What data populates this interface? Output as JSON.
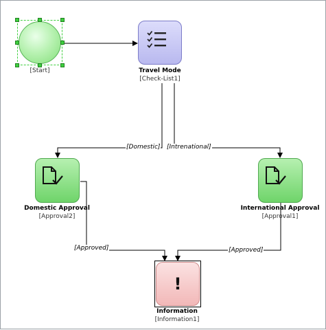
{
  "nodes": {
    "start": {
      "id_label": "[Start]"
    },
    "travel_mode": {
      "title": "Travel Mode",
      "id_label": "[Check-List1]",
      "icon": "checklist-icon"
    },
    "domestic": {
      "title": "Domestic Approval",
      "id_label": "[Approval2]",
      "icon": "document-check-icon"
    },
    "international": {
      "title": "International Approval",
      "id_label": "[Approval1]",
      "icon": "document-check-icon"
    },
    "information": {
      "title": "Information",
      "id_label": "[Information1]",
      "icon": "exclamation-icon",
      "glyph": "!"
    }
  },
  "edges": {
    "domestic": "[Domestic]",
    "international": "[Intrenational]",
    "approved_left": "[Approved]",
    "approved_right": "[Approved]"
  },
  "colors": {
    "start_fill": "#b9f2b3",
    "checklist_fill": "#c9c9f7",
    "approval_fill": "#7fdb7f",
    "information_fill": "#f8cfcf",
    "selection": "#3fcf3f"
  }
}
